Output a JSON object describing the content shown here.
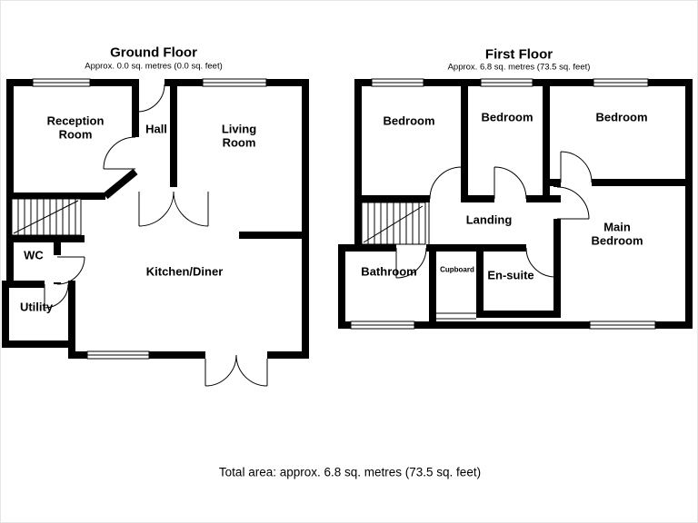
{
  "colors": {
    "wall": "#000000",
    "background": "#ffffff",
    "line": "#000000"
  },
  "ground_floor": {
    "title": "Ground Floor",
    "area": "Approx. 0.0 sq. metres (0.0 sq. feet)",
    "rooms": {
      "reception": "Reception Room",
      "hall": "Hall",
      "living": "Living Room",
      "wc": "WC",
      "kitchen": "Kitchen/Diner",
      "utility": "Utility"
    }
  },
  "first_floor": {
    "title": "First Floor",
    "area": "Approx. 6.8 sq. metres (73.5 sq. feet)",
    "rooms": {
      "bedroom_left": "Bedroom",
      "bedroom_middle": "Bedroom",
      "bedroom_right": "Bedroom",
      "landing": "Landing",
      "main_bedroom": "Main Bedroom",
      "bathroom": "Bathroom",
      "cupboard": "Cupboard",
      "ensuite": "En-suite"
    }
  },
  "footer": {
    "total_area": "Total area: approx. 6.8 sq. metres (73.5 sq. feet)"
  }
}
